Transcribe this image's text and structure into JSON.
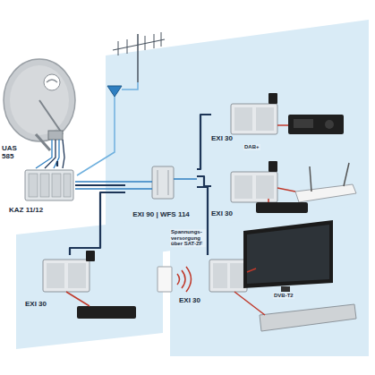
{
  "diagram": {
    "nodes": [
      {
        "text": [
          "UAS 585"
        ]
      },
      {
        "text": [
          "KAZ 11/12"
        ]
      },
      {
        "text": [
          "EXI 90 | WFS 114"
        ]
      },
      {
        "text": [
          "EXI 30"
        ]
      },
      {
        "text": [
          "EXI 30"
        ]
      },
      {
        "text": [
          "EXI 30"
        ]
      },
      {
        "text": [
          "EXI 30"
        ]
      }
    ],
    "edges": [
      {
        "from": 0,
        "to": 1,
        "arrow": "none"
      },
      {
        "from": 1,
        "to": 2,
        "arrow": "none"
      },
      {
        "from": 2,
        "to": 3,
        "arrow": "none"
      },
      {
        "from": 2,
        "to": 4,
        "arrow": "none"
      },
      {
        "from": 2,
        "to": 5,
        "arrow": "none"
      },
      {
        "from": 2,
        "to": 6,
        "arrow": "none"
      }
    ],
    "labels": [
      "DAB+",
      "Spannungs-versorgung über SAT-ZF",
      "DVB-T2"
    ]
  }
}
